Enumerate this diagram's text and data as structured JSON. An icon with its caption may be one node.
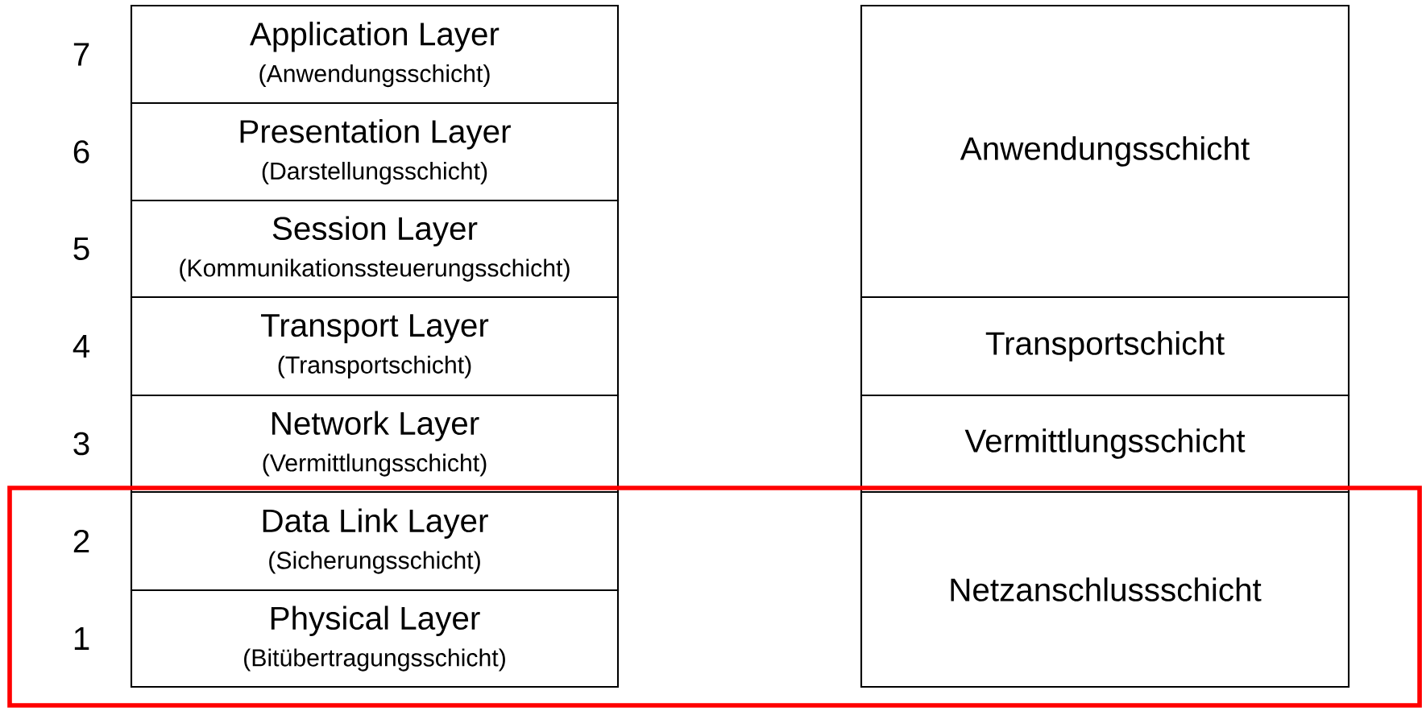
{
  "diagram": {
    "nodes": [
      {
        "text": [
          "Application Layer",
          "(Anwendungsschicht)"
        ],
        "beside": [
          "7"
        ]
      },
      {
        "text": [
          "Presentation Layer",
          "(Darstellungsschicht)"
        ],
        "beside": [
          "6"
        ]
      },
      {
        "text": [
          "Session Layer",
          "(Kommunikationssteuerungsschicht)"
        ],
        "beside": [
          "5"
        ]
      },
      {
        "text": [
          "Transport Layer",
          "(Transportschicht)"
        ],
        "beside": [
          "4"
        ]
      },
      {
        "text": [
          "Network Layer",
          "(Vermittlungsschicht)"
        ],
        "beside": [
          "3"
        ]
      },
      {
        "text": [
          "Data Link Layer",
          "(Sicherungsschicht)"
        ],
        "beside": [
          "2"
        ]
      },
      {
        "text": [
          "Physical Layer",
          "(Bitübertragungsschicht)"
        ],
        "beside": [
          "1"
        ]
      },
      {
        "text": [
          "Anwendungsschicht"
        ]
      },
      {
        "text": [
          "Transportschicht"
        ]
      },
      {
        "text": [
          "Vermittlungsschicht"
        ]
      },
      {
        "text": [
          "Netzanschlussschicht"
        ]
      }
    ]
  }
}
